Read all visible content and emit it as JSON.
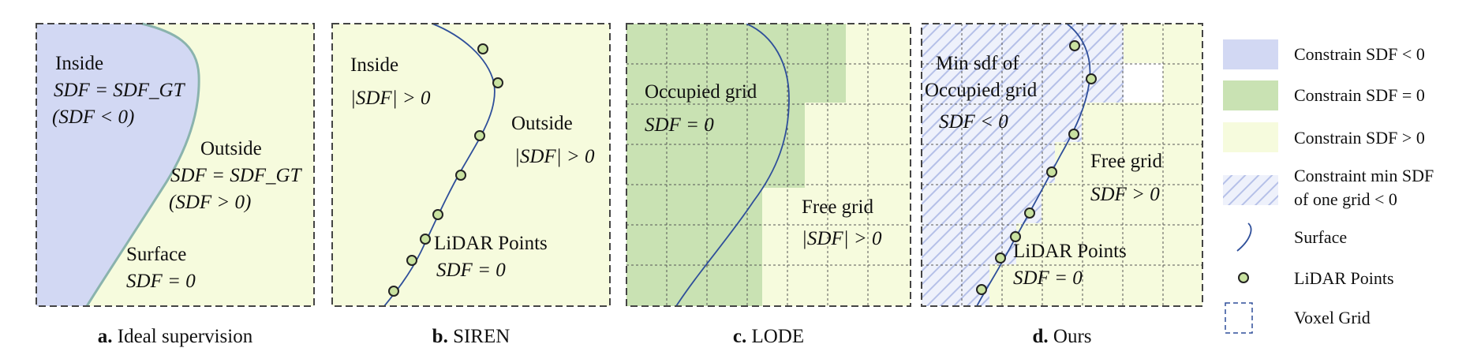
{
  "colors": {
    "inside": "#d2d8f3",
    "occupied": "#c9e2b3",
    "free": "#f6fbdd",
    "border": "#444444",
    "surface_a": "#8ab3ad",
    "surface": "#2f4f9a",
    "point_fill": "#c9e2a0"
  },
  "panels": [
    {
      "caption_letter": "a.",
      "caption_text": "Ideal supervision",
      "labels": [
        {
          "key": "inside",
          "text": "Inside"
        },
        {
          "key": "sdf_gt",
          "text": "SDF = SDF_GT"
        },
        {
          "key": "lt0",
          "text": "(SDF < 0)"
        },
        {
          "key": "outside",
          "text": "Outside"
        },
        {
          "key": "sdf_gt2",
          "text": "SDF = SDF_GT"
        },
        {
          "key": "gt0",
          "text": "(SDF > 0)"
        },
        {
          "key": "surface",
          "text": "Surface"
        },
        {
          "key": "eq0",
          "text": "SDF = 0"
        }
      ]
    },
    {
      "caption_letter": "b.",
      "caption_text": "SIREN",
      "labels": [
        {
          "key": "inside",
          "text": "Inside"
        },
        {
          "key": "abs1",
          "text": "|SDF| > 0"
        },
        {
          "key": "outside",
          "text": "Outside"
        },
        {
          "key": "abs2",
          "text": "|SDF| > 0"
        },
        {
          "key": "lidar",
          "text": "LiDAR Points"
        },
        {
          "key": "eq0",
          "text": "SDF = 0"
        }
      ]
    },
    {
      "caption_letter": "c.",
      "caption_text": "LODE",
      "labels": [
        {
          "key": "occ",
          "text": "Occupied grid"
        },
        {
          "key": "eq0",
          "text": "SDF = 0"
        },
        {
          "key": "free",
          "text": "Free grid"
        },
        {
          "key": "abs",
          "text": "|SDF| > 0"
        }
      ]
    },
    {
      "caption_letter": "d.",
      "caption_text": "Ours",
      "labels": [
        {
          "key": "min",
          "text": "Min sdf of"
        },
        {
          "key": "occ",
          "text": "Occupied grid"
        },
        {
          "key": "lt0",
          "text": "SDF < 0"
        },
        {
          "key": "free",
          "text": "Free grid"
        },
        {
          "key": "gt0",
          "text": "SDF > 0"
        },
        {
          "key": "lidar",
          "text": "LiDAR Points"
        },
        {
          "key": "eq0",
          "text": "SDF = 0"
        }
      ]
    }
  ],
  "legend": [
    {
      "key": "lt0",
      "text": "Constrain SDF < 0"
    },
    {
      "key": "eq0",
      "text": "Constrain SDF = 0"
    },
    {
      "key": "gt0",
      "text": "Constrain SDF > 0"
    },
    {
      "key": "min1",
      "text": "Constraint min SDF"
    },
    {
      "key": "min2",
      "text": "of one grid < 0"
    },
    {
      "key": "surface",
      "text": "Surface"
    },
    {
      "key": "lidar",
      "text": "LiDAR Points"
    },
    {
      "key": "voxel",
      "text": "Voxel Grid"
    }
  ]
}
